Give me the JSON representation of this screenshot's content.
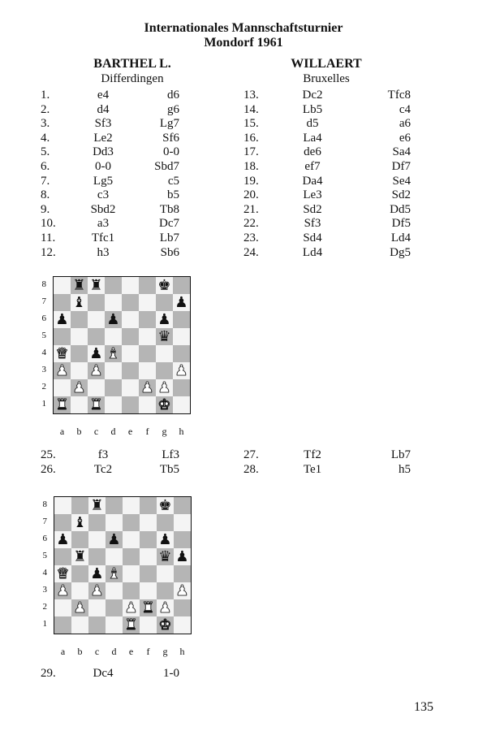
{
  "header": {
    "line1": "Internationales Mannschaftsturnier",
    "line2": "Mondorf 1961"
  },
  "white": {
    "name": "BARTHEL L.",
    "city": "Differdingen"
  },
  "black": {
    "name": "WILLAERT",
    "city": "Bruxelles"
  },
  "moves_left": [
    {
      "n": "1.",
      "w": "e4",
      "b": "d6"
    },
    {
      "n": "2.",
      "w": "d4",
      "b": "g6"
    },
    {
      "n": "3.",
      "w": "Sf3",
      "b": "Lg7"
    },
    {
      "n": "4.",
      "w": "Le2",
      "b": "Sf6"
    },
    {
      "n": "5.",
      "w": "Dd3",
      "b": "0-0"
    },
    {
      "n": "6.",
      "w": "0-0",
      "b": "Sbd7"
    },
    {
      "n": "7.",
      "w": "Lg5",
      "b": "c5"
    },
    {
      "n": "8.",
      "w": "c3",
      "b": "b5"
    },
    {
      "n": "9.",
      "w": "Sbd2",
      "b": "Tb8"
    },
    {
      "n": "10.",
      "w": "a3",
      "b": "Dc7"
    },
    {
      "n": "11.",
      "w": "Tfc1",
      "b": "Lb7"
    },
    {
      "n": "12.",
      "w": "h3",
      "b": "Sb6"
    }
  ],
  "moves_right": [
    {
      "n": "13.",
      "w": "Dc2",
      "b": "Tfc8"
    },
    {
      "n": "14.",
      "w": "Lb5",
      "b": "c4"
    },
    {
      "n": "15.",
      "w": "d5",
      "b": "a6"
    },
    {
      "n": "16.",
      "w": "La4",
      "b": "e6"
    },
    {
      "n": "17.",
      "w": "de6",
      "b": "Sa4"
    },
    {
      "n": "18.",
      "w": "ef7",
      "b": "Df7"
    },
    {
      "n": "19.",
      "w": "Da4",
      "b": "Se4"
    },
    {
      "n": "20.",
      "w": "Le3",
      "b": "Sd2"
    },
    {
      "n": "21.",
      "w": "Sd2",
      "b": "Dd5"
    },
    {
      "n": "22.",
      "w": "Sf3",
      "b": "Df5"
    },
    {
      "n": "23.",
      "w": "Sd4",
      "b": "Ld4"
    },
    {
      "n": "24.",
      "w": "Ld4",
      "b": "Dg5"
    }
  ],
  "moves2_left": [
    {
      "n": "25.",
      "w": "f3",
      "b": "Lf3"
    },
    {
      "n": "26.",
      "w": "Tc2",
      "b": "Tb5"
    }
  ],
  "moves2_right": [
    {
      "n": "27.",
      "w": "Tf2",
      "b": "Lb7"
    },
    {
      "n": "28.",
      "w": "Te1",
      "b": "h5"
    }
  ],
  "moves3_left": [
    {
      "n": "29.",
      "w": "Dc4",
      "b": "1-0"
    }
  ],
  "files": [
    "a",
    "b",
    "c",
    "d",
    "e",
    "f",
    "g",
    "h"
  ],
  "ranks": [
    "8",
    "7",
    "6",
    "5",
    "4",
    "3",
    "2",
    "1"
  ],
  "board1": [
    {
      "sq": "b8",
      "p": "rook",
      "c": "b"
    },
    {
      "sq": "c8",
      "p": "rook",
      "c": "b"
    },
    {
      "sq": "g8",
      "p": "king",
      "c": "b"
    },
    {
      "sq": "b7",
      "p": "bishop",
      "c": "b"
    },
    {
      "sq": "h7",
      "p": "pawn",
      "c": "b"
    },
    {
      "sq": "a6",
      "p": "pawn",
      "c": "b"
    },
    {
      "sq": "d6",
      "p": "pawn",
      "c": "b"
    },
    {
      "sq": "g6",
      "p": "pawn",
      "c": "b"
    },
    {
      "sq": "g5",
      "p": "queen",
      "c": "b"
    },
    {
      "sq": "a4",
      "p": "queen",
      "c": "w"
    },
    {
      "sq": "c4",
      "p": "pawn",
      "c": "b"
    },
    {
      "sq": "d4",
      "p": "bishop",
      "c": "w"
    },
    {
      "sq": "a3",
      "p": "pawn",
      "c": "w"
    },
    {
      "sq": "c3",
      "p": "pawn",
      "c": "w"
    },
    {
      "sq": "h3",
      "p": "pawn",
      "c": "w"
    },
    {
      "sq": "b2",
      "p": "pawn",
      "c": "w"
    },
    {
      "sq": "f2",
      "p": "pawn",
      "c": "w"
    },
    {
      "sq": "g2",
      "p": "pawn",
      "c": "w"
    },
    {
      "sq": "a1",
      "p": "rook",
      "c": "w"
    },
    {
      "sq": "c1",
      "p": "rook",
      "c": "w"
    },
    {
      "sq": "g1",
      "p": "king",
      "c": "w"
    }
  ],
  "board2": [
    {
      "sq": "c8",
      "p": "rook",
      "c": "b"
    },
    {
      "sq": "g8",
      "p": "king",
      "c": "b"
    },
    {
      "sq": "b7",
      "p": "bishop",
      "c": "b"
    },
    {
      "sq": "a6",
      "p": "pawn",
      "c": "b"
    },
    {
      "sq": "d6",
      "p": "pawn",
      "c": "b"
    },
    {
      "sq": "g6",
      "p": "pawn",
      "c": "b"
    },
    {
      "sq": "b5",
      "p": "rook",
      "c": "b"
    },
    {
      "sq": "g5",
      "p": "queen",
      "c": "b"
    },
    {
      "sq": "h5",
      "p": "pawn",
      "c": "b"
    },
    {
      "sq": "a4",
      "p": "queen",
      "c": "w"
    },
    {
      "sq": "c4",
      "p": "pawn",
      "c": "b"
    },
    {
      "sq": "d4",
      "p": "bishop",
      "c": "w"
    },
    {
      "sq": "a3",
      "p": "pawn",
      "c": "w"
    },
    {
      "sq": "c3",
      "p": "pawn",
      "c": "w"
    },
    {
      "sq": "h3",
      "p": "pawn",
      "c": "w"
    },
    {
      "sq": "b2",
      "p": "pawn",
      "c": "w"
    },
    {
      "sq": "e2",
      "p": "pawn",
      "c": "w"
    },
    {
      "sq": "f2",
      "p": "rook",
      "c": "w"
    },
    {
      "sq": "g2",
      "p": "pawn",
      "c": "w"
    },
    {
      "sq": "e1",
      "p": "rook",
      "c": "w"
    },
    {
      "sq": "g1",
      "p": "king",
      "c": "w"
    }
  ],
  "page_number": "135"
}
